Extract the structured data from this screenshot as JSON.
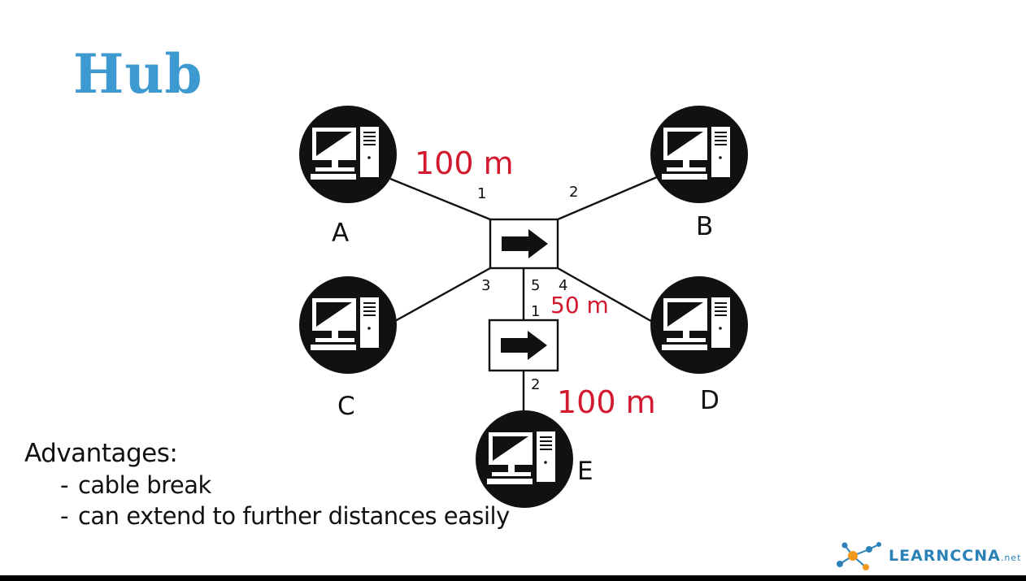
{
  "title": "Hub",
  "hubs": [
    {
      "id": "hub-1",
      "ports": [
        "1",
        "2",
        "3",
        "4",
        "5"
      ]
    },
    {
      "id": "hub-2",
      "ports": [
        "1",
        "2"
      ]
    }
  ],
  "devices": [
    {
      "id": "A",
      "label": "A"
    },
    {
      "id": "B",
      "label": "B"
    },
    {
      "id": "C",
      "label": "C"
    },
    {
      "id": "D",
      "label": "D"
    },
    {
      "id": "E",
      "label": "E"
    }
  ],
  "distances": {
    "a_to_hub": "100 m",
    "hub_to_hub": "50 m",
    "hub_to_e": "100 m"
  },
  "notes": {
    "heading": "Advantages:",
    "items": [
      "cable break",
      "can extend to further distances easily"
    ]
  },
  "logo": {
    "main": "LEARNCCNA",
    "suffix": ".net"
  },
  "colors": {
    "title": "#3d9ad1",
    "distance": "#d2192f",
    "logo": "#2a82b8"
  }
}
